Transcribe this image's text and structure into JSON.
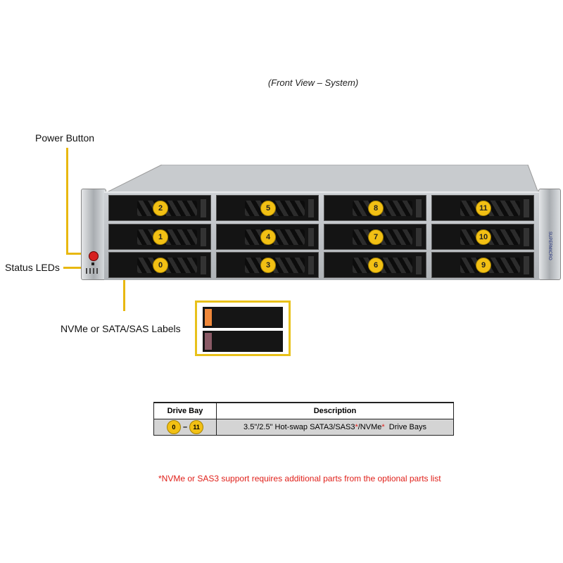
{
  "caption": "(Front View – System)",
  "callouts": {
    "power": "Power Button",
    "status": "Status LEDs",
    "labels": "NVMe or SATA/SAS Labels"
  },
  "brand": "SUPERMICRO",
  "bays": [
    {
      "id": "2",
      "col": 0,
      "row": 0
    },
    {
      "id": "1",
      "col": 0,
      "row": 1
    },
    {
      "id": "0",
      "col": 0,
      "row": 2
    },
    {
      "id": "5",
      "col": 1,
      "row": 0
    },
    {
      "id": "4",
      "col": 1,
      "row": 1
    },
    {
      "id": "3",
      "col": 1,
      "row": 2
    },
    {
      "id": "8",
      "col": 2,
      "row": 0
    },
    {
      "id": "7",
      "col": 2,
      "row": 1
    },
    {
      "id": "6",
      "col": 2,
      "row": 2
    },
    {
      "id": "11",
      "col": 3,
      "row": 0
    },
    {
      "id": "10",
      "col": 3,
      "row": 1
    },
    {
      "id": "9",
      "col": 3,
      "row": 2
    }
  ],
  "label_colors": {
    "nvme": "#f0883a",
    "sata_sas": "#8a5a66"
  },
  "table": {
    "headers": [
      "Drive Bay",
      "Description"
    ],
    "row": {
      "from": "0",
      "dash": "–",
      "to": "11",
      "desc_a": "3.5\"/2.5\" Hot-swap SATA3/SAS3",
      "star1": "*",
      "desc_b": "/NVMe",
      "star2": "*",
      "desc_c": "  Drive Bays"
    }
  },
  "footnote": "*NVMe or SAS3 support requires additional parts from the optional parts list",
  "colors": {
    "accent": "#f2c014",
    "note": "#e0201a"
  }
}
